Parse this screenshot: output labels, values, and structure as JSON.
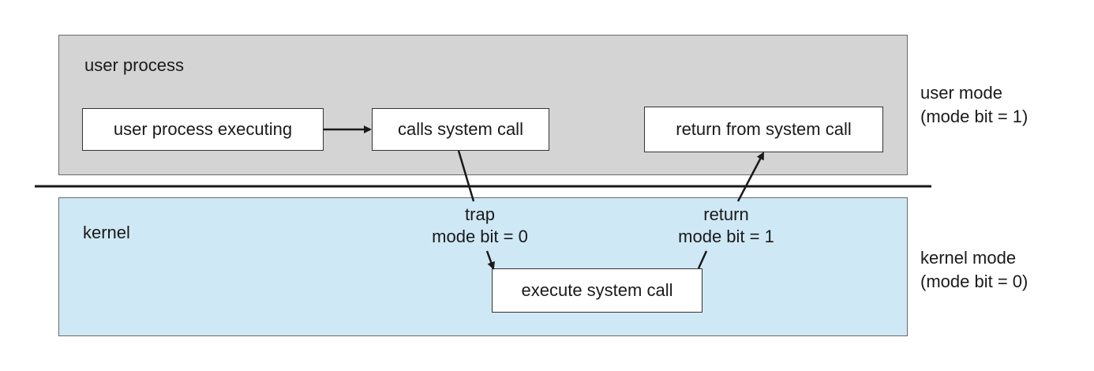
{
  "user_region": {
    "label": "user process",
    "mode_line1": "user mode",
    "mode_line2": "(mode bit = 1)",
    "fill": "#d4d4d4"
  },
  "kernel_region": {
    "label": "kernel",
    "mode_line1": "kernel mode",
    "mode_line2": "(mode bit = 0)",
    "fill": "#cfe8f5"
  },
  "nodes": {
    "user_process_executing": "user process executing",
    "calls_system_call": "calls system call",
    "return_from_system_call": "return from system call",
    "execute_system_call": "execute system call"
  },
  "edges": {
    "trap_line1": "trap",
    "trap_line2": "mode bit = 0",
    "return_line1": "return",
    "return_line2": "mode bit = 1"
  }
}
